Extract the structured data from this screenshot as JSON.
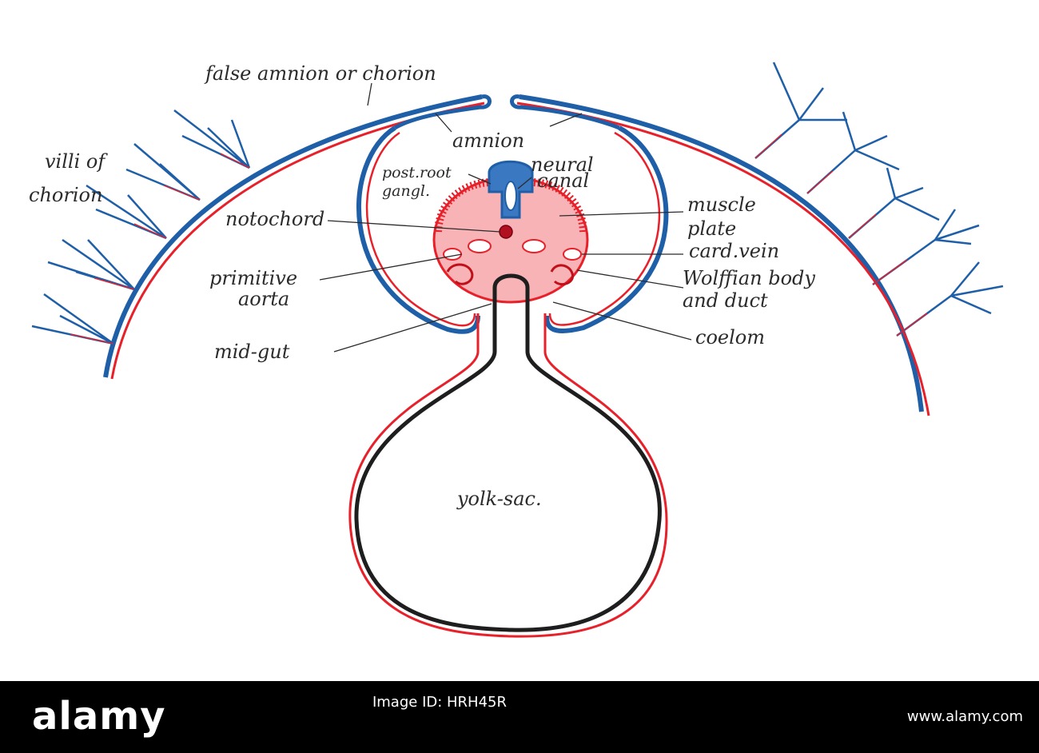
{
  "diagram": {
    "labels": {
      "false_amnion": "false amnion or chorion",
      "villi_1": "villi of",
      "villi_2": "chorion",
      "amnion": "amnion",
      "post_root_1": "post.root",
      "post_root_2": "gangl.",
      "neural_1": "neural",
      "neural_2": "canal",
      "muscle_1": "muscle",
      "muscle_2": "plate",
      "notochord": "notochord",
      "primitive_1": "primitive",
      "primitive_2": "aorta",
      "card_vein": "card.vein",
      "wolffian_1": "Wolffian body",
      "wolffian_2": "and duct",
      "mid_gut": "mid-gut",
      "coelom": "coelom",
      "yolk_sac": "yolk-sac."
    },
    "colors": {
      "ectoderm": "#1f5fa8",
      "mesoderm": "#e8202a",
      "endoderm": "#1e1e1e"
    }
  },
  "footer": {
    "brand": "alamy",
    "image_id": "Image ID: HRH45R",
    "site": "www.alamy.com"
  }
}
